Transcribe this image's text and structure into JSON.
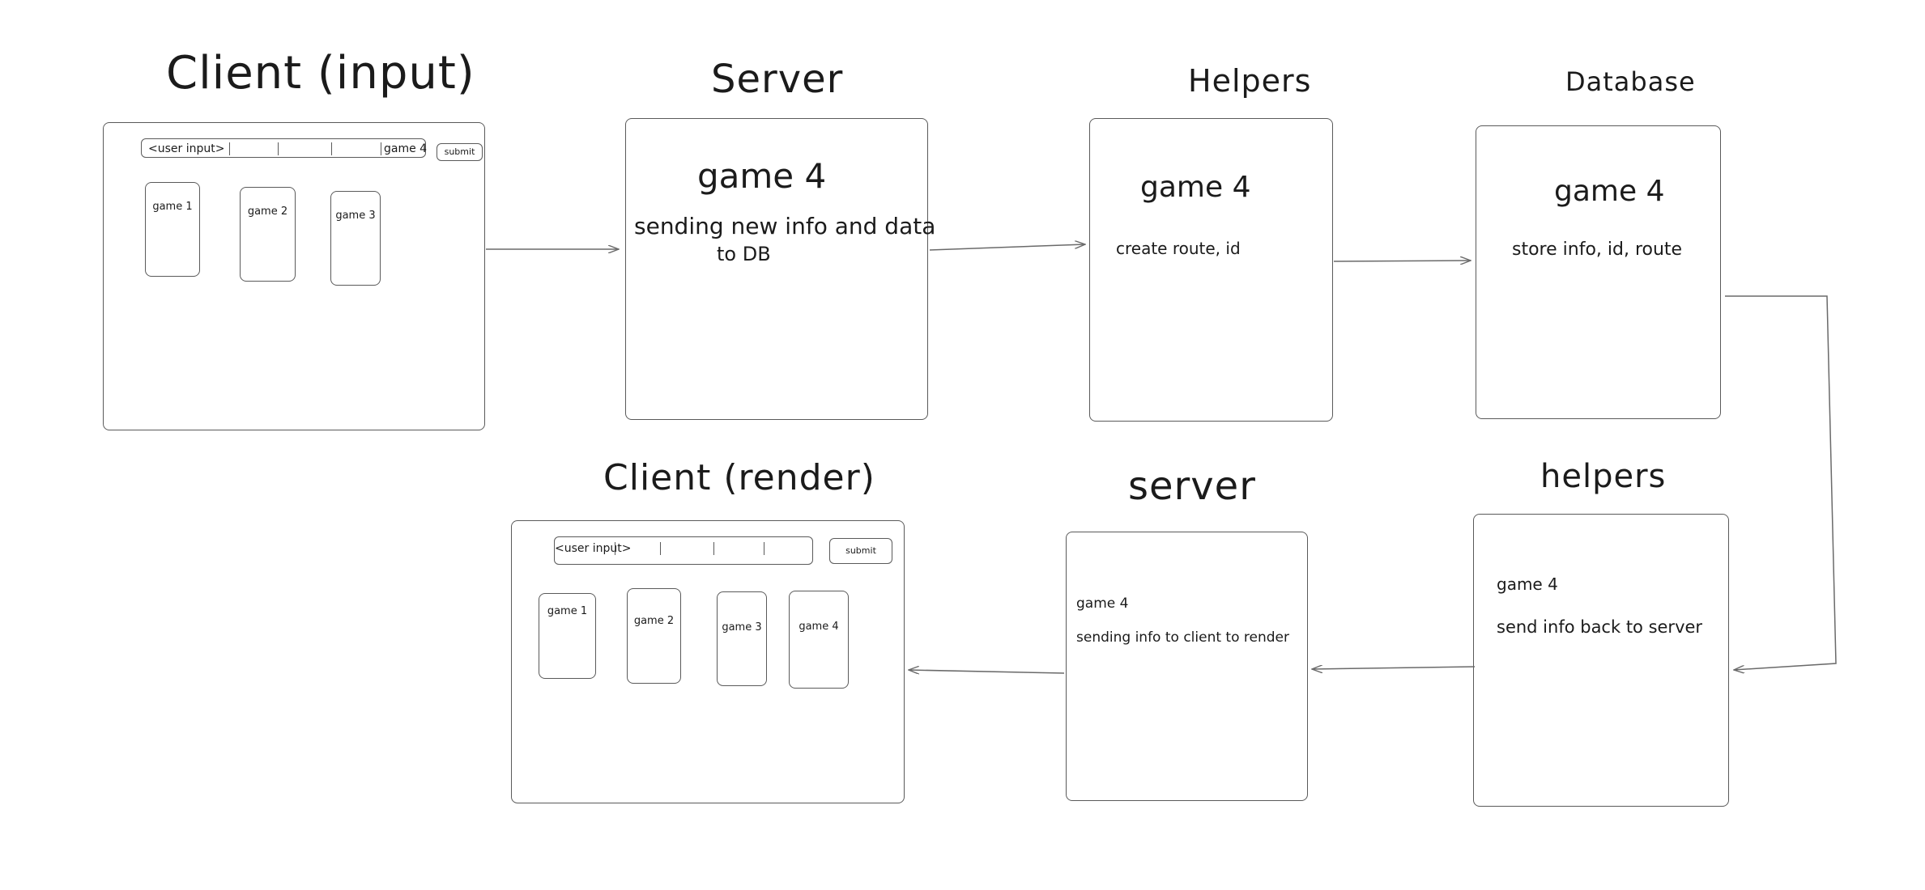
{
  "titles": {
    "client_input": "Client (input)",
    "server_top": "Server",
    "helpers_top": "Helpers",
    "database": "Database",
    "client_render": "Client (render)",
    "server_bottom": "server",
    "helpers_bottom": "helpers"
  },
  "client_input": {
    "placeholder": "<user input>",
    "input_value": "game 4",
    "submit": "submit",
    "cards": [
      "game 1",
      "game 2",
      "game 3"
    ]
  },
  "server_top": {
    "heading": "game 4",
    "line1": "sending new info and data",
    "line2": "to DB"
  },
  "helpers_top": {
    "heading": "game 4",
    "text": "create route, id"
  },
  "database": {
    "heading": "game 4",
    "text": "store info, id, route"
  },
  "helpers_bottom": {
    "heading": "game 4",
    "text": "send info back to server"
  },
  "server_bottom": {
    "heading": "game 4",
    "text": "sending info to client to render"
  },
  "client_render": {
    "placeholder": "<user input>",
    "submit": "submit",
    "cards": [
      "game 1",
      "game 2",
      "game 3",
      "game 4"
    ]
  }
}
